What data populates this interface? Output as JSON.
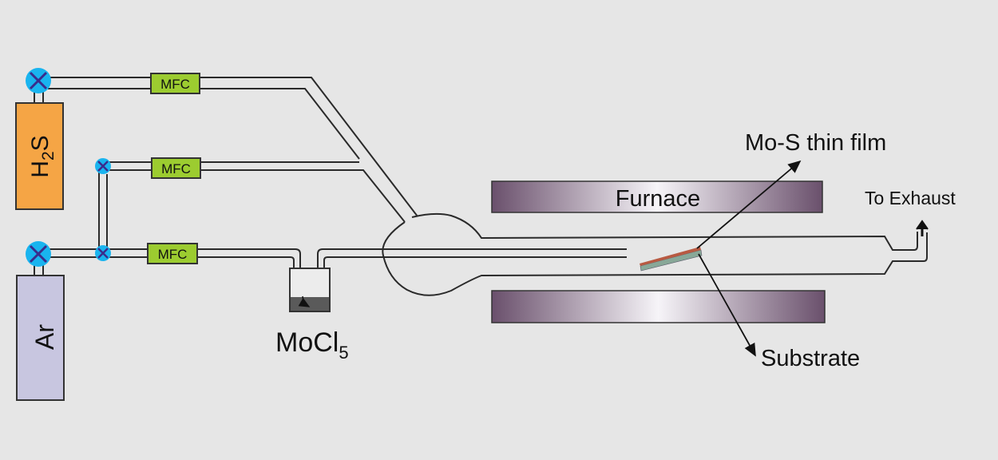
{
  "diagram": {
    "title": "CVD setup for Mo-S thin film deposition",
    "colors": {
      "background": "#e6e6e6",
      "h2s_cylinder": "#f5a545",
      "ar_cylinder": "#c8c6e0",
      "valve": "#19b4ef",
      "valve_cross": "#3a2c8c",
      "mfc": "#9ccc30",
      "furnace_dark": "#6a506c",
      "furnace_light": "#f6f4f8",
      "film": "#b85a42",
      "substrate": "#88a898",
      "precursor": "#5a5a5a"
    },
    "gas_sources": [
      {
        "name": "H2S",
        "main": "H",
        "sub": "2",
        "tail": "S"
      },
      {
        "name": "Ar",
        "main": "Ar"
      }
    ],
    "mfcs": [
      {
        "label": "MFC",
        "line": "H2S"
      },
      {
        "label": "MFC",
        "line": "Ar (bypass)"
      },
      {
        "label": "MFC",
        "line": "Ar (carrier via MoCl5)"
      }
    ],
    "precursor": {
      "main": "MoCl",
      "sub": "5"
    },
    "furnace": {
      "label": "Furnace"
    },
    "labels": {
      "film": "Mo-S thin film",
      "substrate": "Substrate",
      "exhaust": "To Exhaust"
    }
  }
}
